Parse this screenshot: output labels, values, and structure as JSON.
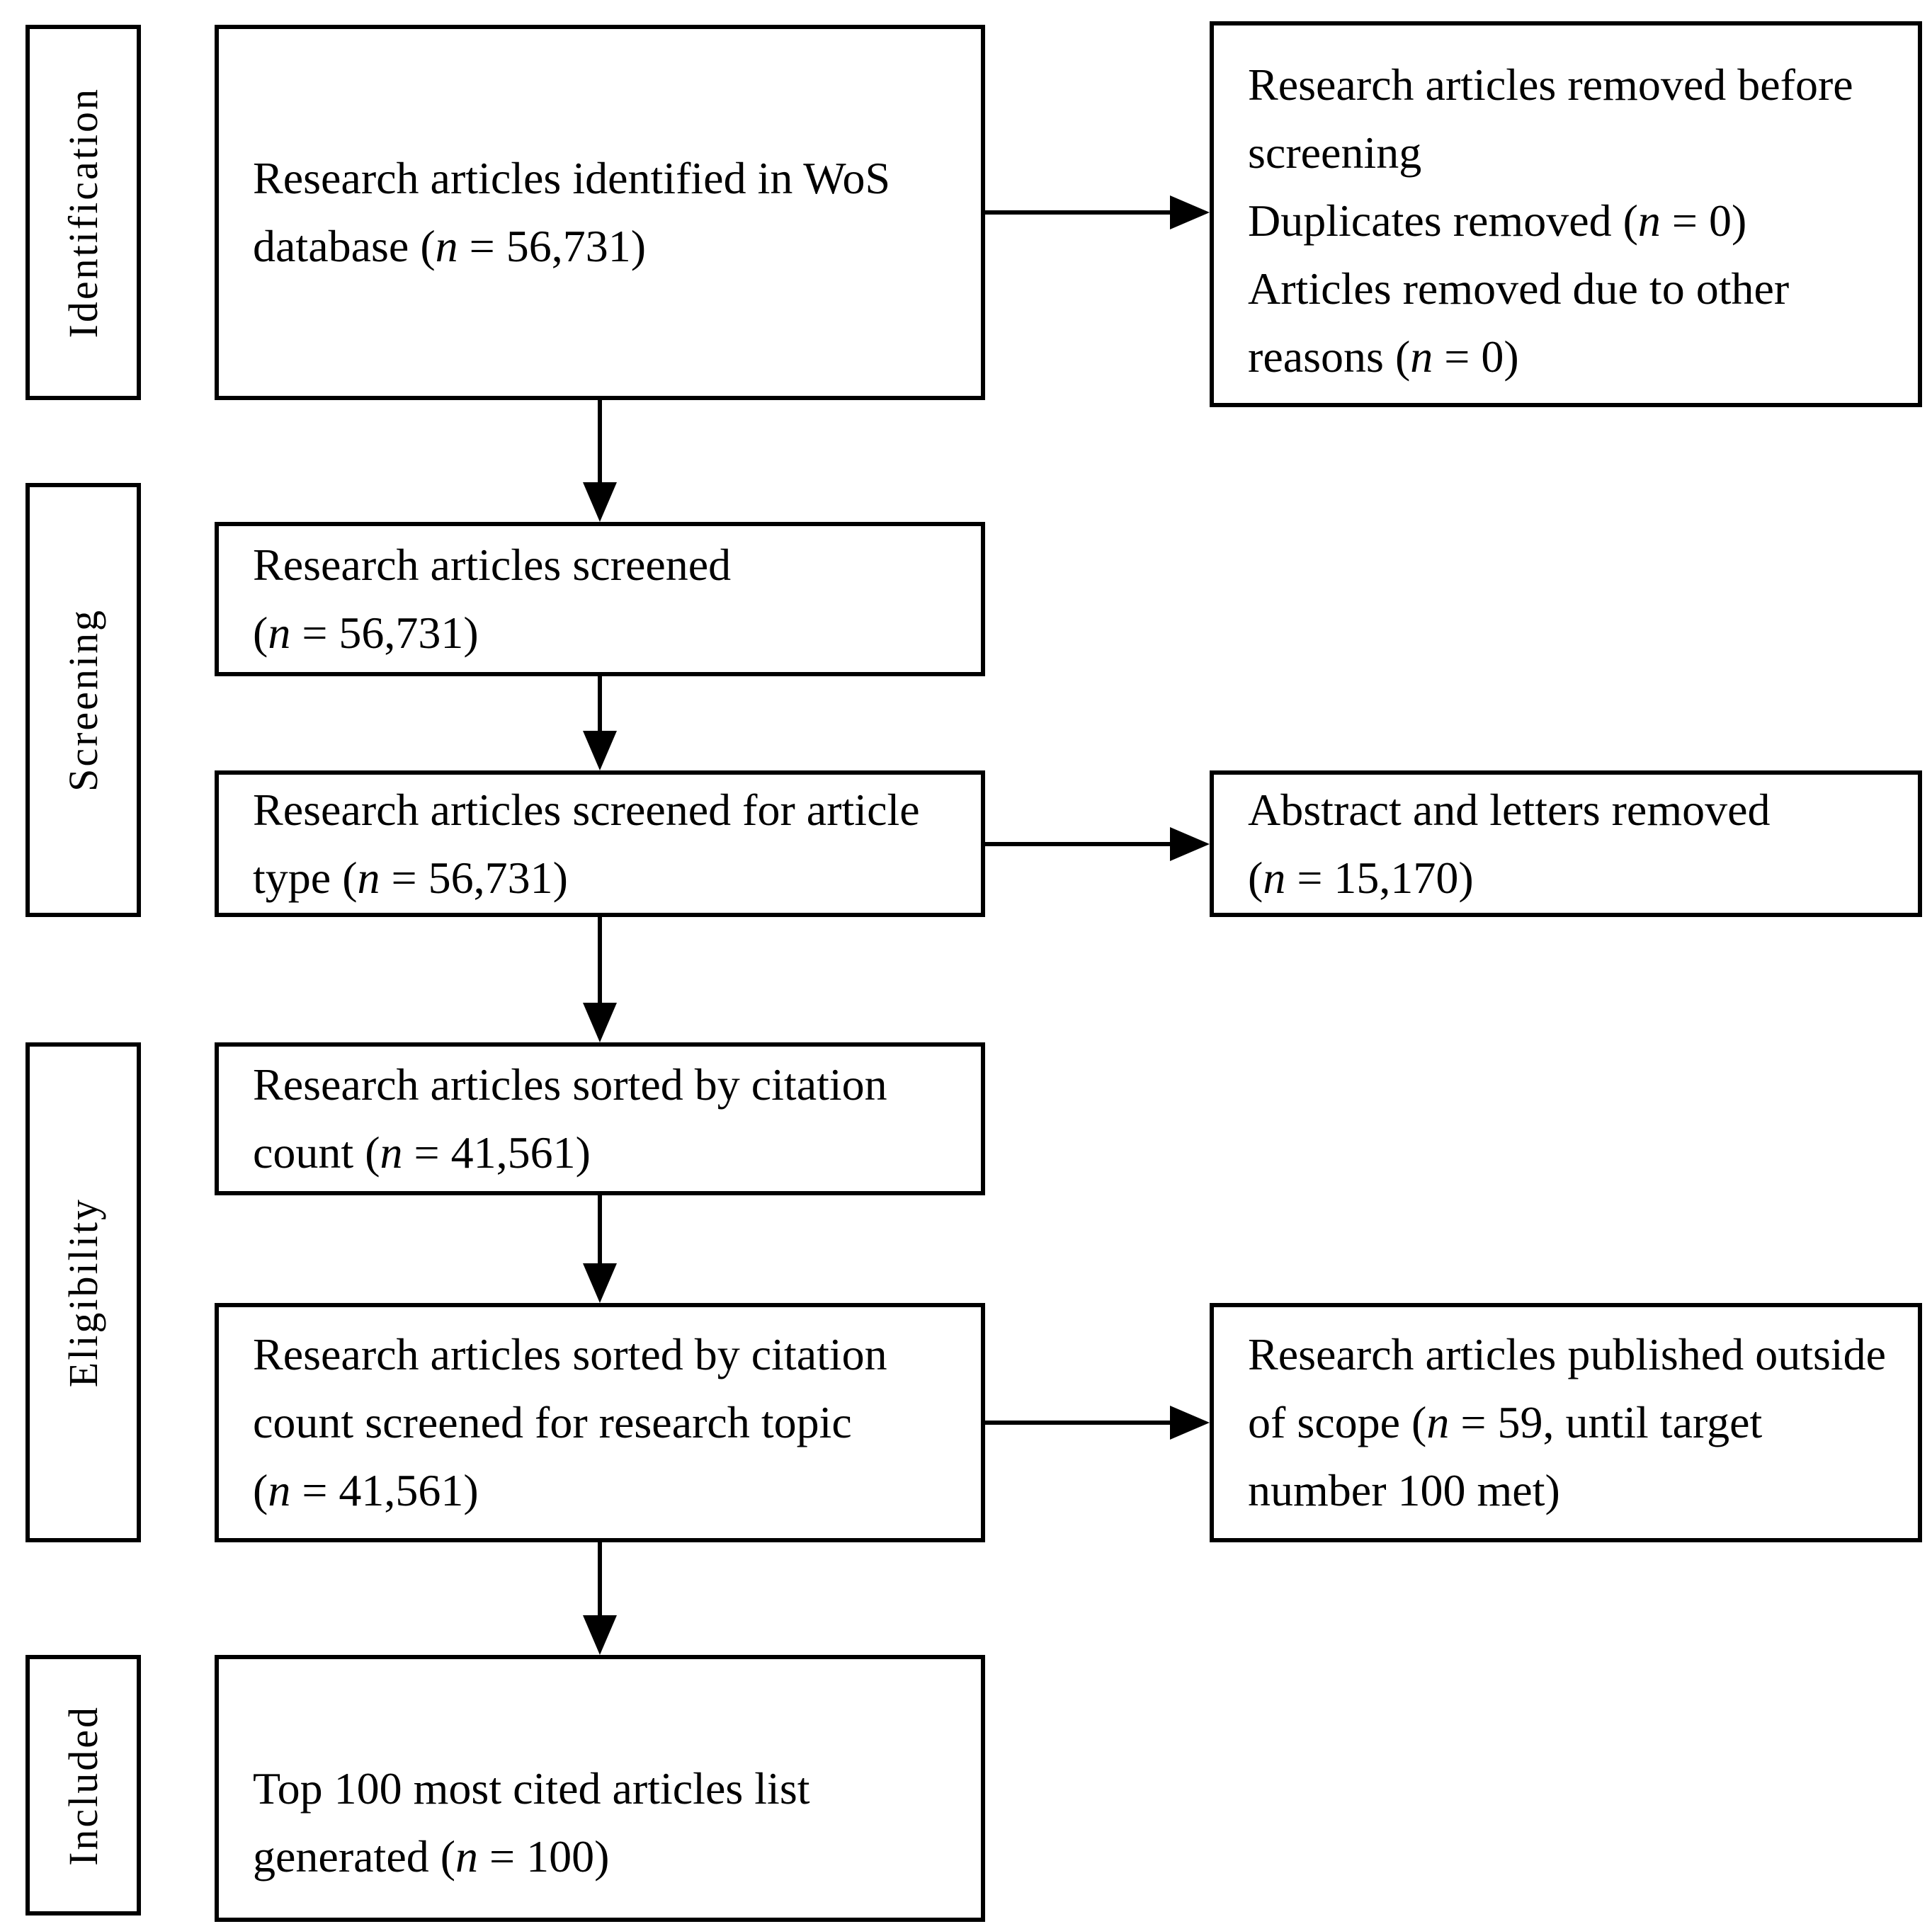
{
  "figure": {
    "type": "prisma-flow-diagram",
    "colors": {
      "background": "#ffffff",
      "line_color": "#000000",
      "text_color": "#000000"
    },
    "stage_labels": [
      "Identification",
      "Screening",
      "Eligibility",
      "Included"
    ],
    "flow_boxes": [
      {
        "lines": [
          "Research articles identified in WoS",
          "database (n = 56,731)"
        ]
      },
      {
        "lines": [
          "Research articles screened",
          "(n = 56,731)"
        ]
      },
      {
        "lines": [
          "Research articles screened for article",
          "type (n = 56,731)"
        ]
      },
      {
        "lines": [
          "Research articles sorted by citation",
          "count (n = 41,561)"
        ]
      },
      {
        "lines": [
          "Research articles sorted by citation",
          "count screened for research topic",
          "(n = 41,561)"
        ]
      },
      {
        "lines": [
          "Top 100 most cited articles list",
          "generated (n = 100)"
        ]
      }
    ],
    "side_boxes": [
      {
        "lines": [
          "Research articles removed before",
          "screening",
          "Duplicates removed (n = 0)",
          "Articles removed due to other",
          "reasons (n = 0)"
        ]
      },
      {
        "lines": [
          "Abstract and letters removed",
          "(n = 15,170)"
        ]
      },
      {
        "lines": [
          "Research articles published outside",
          "of scope (n = 59, until target",
          "number 100 met)"
        ]
      }
    ]
  }
}
